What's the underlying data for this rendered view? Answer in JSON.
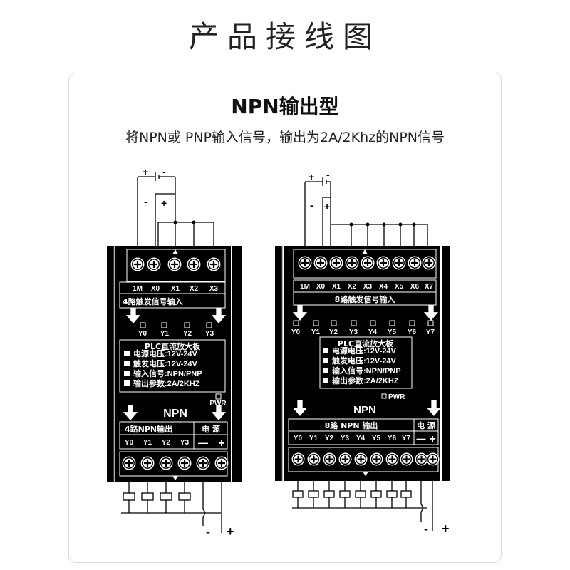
{
  "header": {
    "title": "产品接线图"
  },
  "card": {
    "subtitle": "NPN输出型",
    "description": "将NPN或 PNP输入信号，输出为2A/2Khz的NPN信号"
  },
  "boards": [
    {
      "input_terminals": [
        "1M",
        "X0",
        "X1",
        "X2",
        "X3"
      ],
      "input_caption": "4路触发信号输入",
      "leds": [
        "Y0",
        "Y1",
        "Y2",
        "Y3"
      ],
      "spec_title": "PLC直流放大板",
      "specs": [
        "电源电压:12V-24V",
        "触发电压:12V-24V",
        "输入信号:NPN/PNP",
        "输出参数:2A/2KHZ"
      ],
      "pwr_label": "PWR",
      "type_label": "NPN",
      "output_caption": "4路NPN输出",
      "power_caption": "电 源",
      "output_terminals": [
        "Y0",
        "Y1",
        "Y2",
        "Y3"
      ],
      "power_minus": "—",
      "power_plus": "+",
      "battery_top": [
        "+",
        "-"
      ],
      "battery_bottom": [
        "-",
        "+"
      ],
      "supply_labels": [
        "-",
        "+"
      ]
    },
    {
      "input_terminals": [
        "1M",
        "X0",
        "X1",
        "X2",
        "X3",
        "X4",
        "X5",
        "X6",
        "X7"
      ],
      "input_caption": "8路触发信号输入",
      "leds": [
        "Y0",
        "Y1",
        "Y2",
        "Y3",
        "Y4",
        "Y5",
        "Y6",
        "Y7"
      ],
      "spec_title": "PLC直流放大板",
      "specs": [
        "电源电压:12V-24V",
        "触发电压:12V-24V",
        "输入信号:NPN/PNP",
        "输出参数:2A/2KHZ"
      ],
      "pwr_label": "PWR",
      "type_label": "NPN",
      "output_caption": "8路 NPN 输出",
      "power_caption": "电 源",
      "output_terminals": [
        "Y0",
        "Y1",
        "Y2",
        "Y3",
        "Y4",
        "Y5",
        "Y6",
        "Y7"
      ],
      "power_minus": "—",
      "power_plus": "+",
      "battery_top": [
        "+",
        "-"
      ],
      "battery_bottom": [
        "-",
        "+"
      ],
      "supply_labels": [
        "-",
        "+"
      ]
    }
  ]
}
